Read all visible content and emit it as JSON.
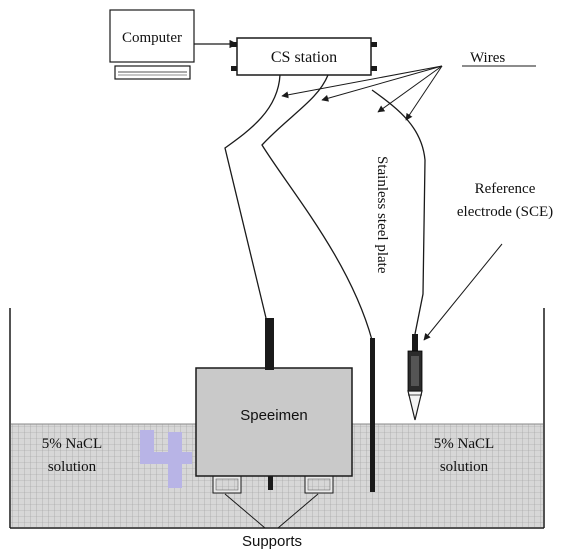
{
  "labels": {
    "computer": "Computer",
    "cs_station": "CS station",
    "wires": "Wires",
    "stainless": "Stainless steel plate",
    "reference_line1": "Reference",
    "reference_line2": "electrode (SCE)",
    "specimen": "Speeimen",
    "nacl_left_line1": "5% NaCL",
    "nacl_left_line2": "solution",
    "nacl_right_line1": "5% NaCL",
    "nacl_right_line2": "solution",
    "supports": "Supports"
  },
  "colors": {
    "line": "#1a1a1a",
    "solution_fill": "#d9d9d9",
    "specimen_fill": "#c9c9c9",
    "highlight": "#b8b4e6",
    "electrode": "#2b2b2b"
  }
}
